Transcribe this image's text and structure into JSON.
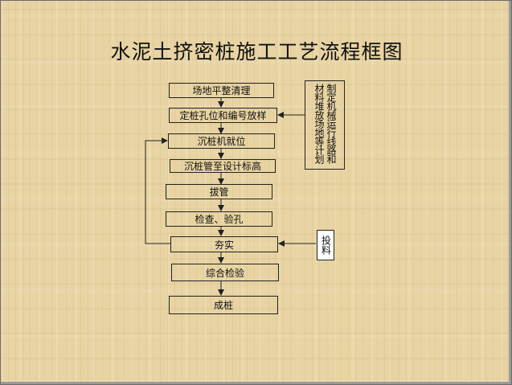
{
  "title": "水泥土挤密桩施工工艺流程框图",
  "steps": [
    "场地平整清理",
    "定桩孔位和编号放样",
    "沉桩机就位",
    "沉桩管至设计标高",
    "拔管",
    "检查、验孔",
    "夯实",
    "综合检验",
    "成桩"
  ],
  "side_plan": {
    "col1": "制定机械运行线路和",
    "col2": "材料堆放场地等计划"
  },
  "side_feed": "投料"
}
